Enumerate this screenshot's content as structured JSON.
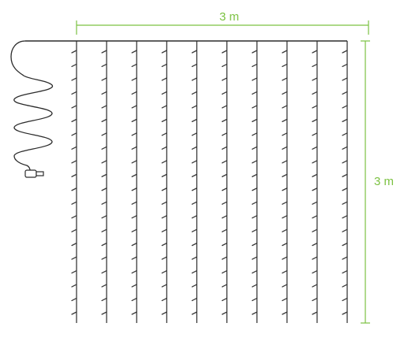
{
  "dimensions": {
    "width_label": "3 m",
    "height_label": "3 m"
  },
  "curtain": {
    "strand_count": 10,
    "leds_per_strand": 20
  },
  "colors": {
    "dimension_line": "#7cc242",
    "wire": "#2b2b2b",
    "led": "#3a3a3a",
    "background": "#ffffff"
  },
  "icons": [
    "power-cable-icon",
    "usb-plug-icon"
  ]
}
